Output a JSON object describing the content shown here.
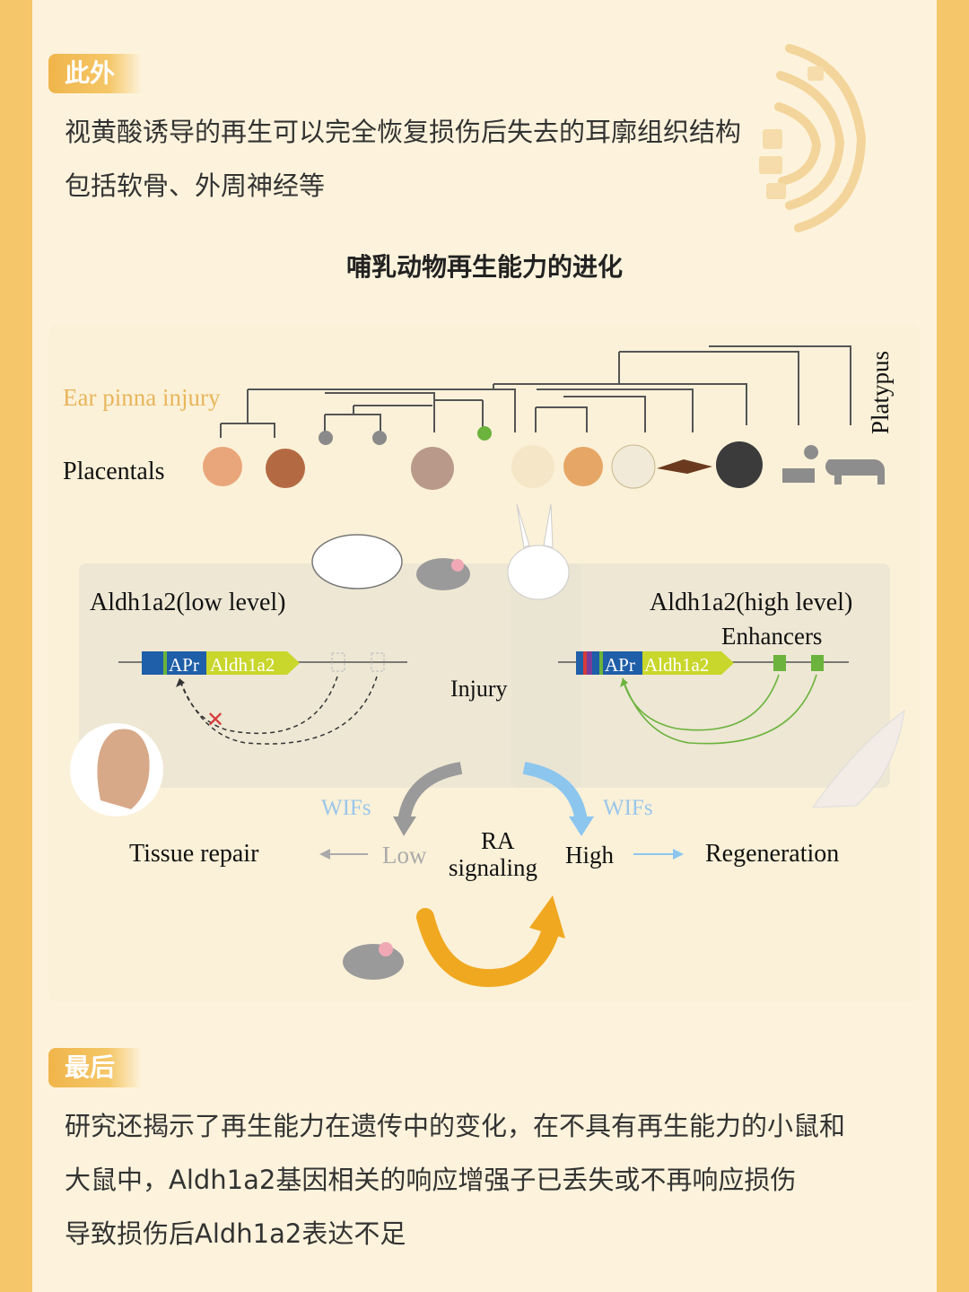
{
  "section1": {
    "tag": "此外",
    "lines": [
      "视黄酸诱导的再生可以完全恢复损伤后失去的耳廓组织结构",
      "包括软骨、外周神经等"
    ]
  },
  "figure": {
    "title": "哺乳动物再生能力的进化",
    "ear_pinna_label": "Ear pinna injury",
    "placentals_label": "Placentals",
    "platypus_label": "Platypus",
    "low_panel_title": "Aldh1a2(low level)",
    "high_panel_title": "Aldh1a2(high level)",
    "enhancers_label": "Enhancers",
    "apr_label": "APr",
    "gene_label": "Aldh1a2",
    "injury_label": "Injury",
    "wifs_label": "WIFs",
    "tissue_repair_label": "Tissue repair",
    "low_label": "Low",
    "ra_label": "RA",
    "signaling_label": "signaling",
    "high_label": "High",
    "regeneration_label": "Regeneration",
    "colors": {
      "arrow_orange": "#f0a820",
      "arrow_blue": "#8cc6ef",
      "arrow_gray": "#9a9a9a",
      "enhancer_green": "#6bb33c",
      "gene_yellow": "#c9d62b",
      "promoter_blue": "#1f5ea8"
    }
  },
  "section2": {
    "tag": "最后",
    "lines": [
      "研究还揭示了再生能力在遗传中的变化，在不具有再生能力的小鼠和",
      "大鼠中，Aldh1a2基因相关的响应增强子已丢失或不再响应损伤",
      "导致损伤后Aldh1a2表达不足"
    ]
  }
}
